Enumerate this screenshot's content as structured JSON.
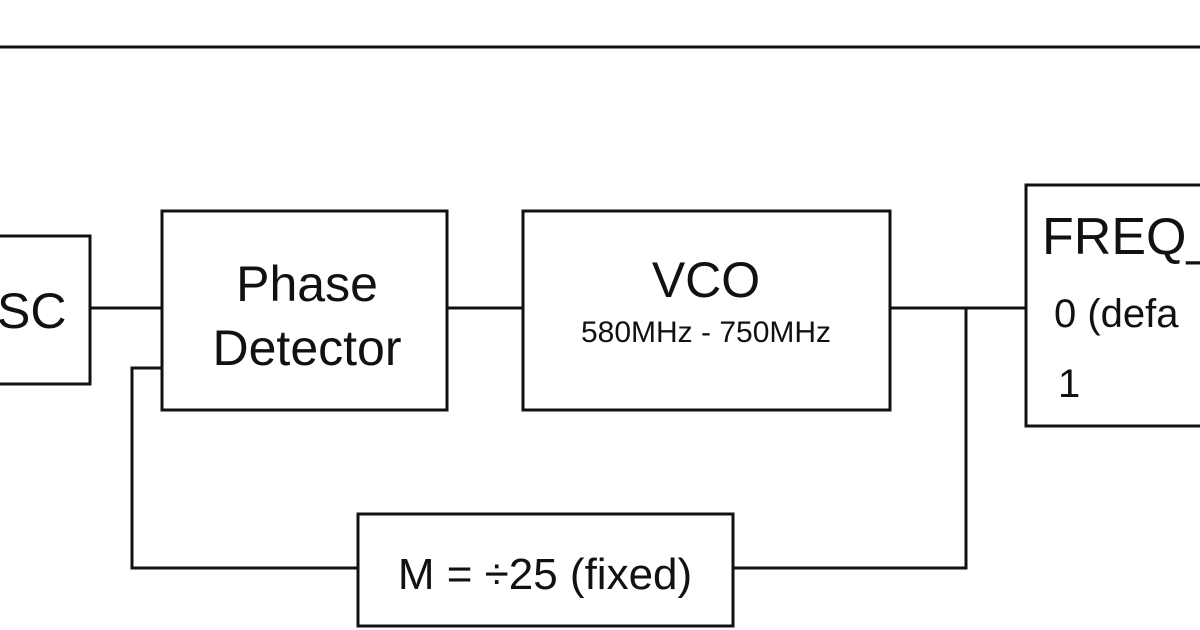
{
  "diagram": {
    "osc": {
      "label": "SC"
    },
    "phase_detector": {
      "line1": "Phase",
      "line2": "Detector"
    },
    "vco": {
      "title": "VCO",
      "range": "580MHz - 750MHz"
    },
    "divider": {
      "label": "M = ÷25 (fixed)"
    },
    "freq_select": {
      "title": "FREQ_",
      "option_0": "0 (defa",
      "option_1": "1"
    }
  }
}
